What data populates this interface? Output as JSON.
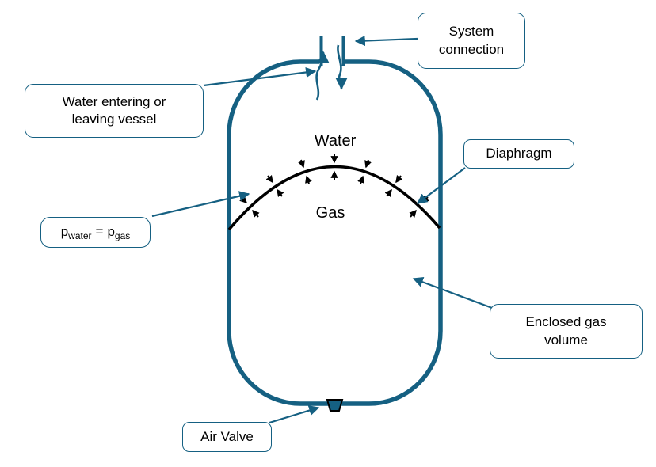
{
  "colors": {
    "accent": "#156082",
    "diaphragm": "#000000",
    "text": "#000000",
    "background": "#ffffff"
  },
  "labels": {
    "system_connection": "System connection",
    "water_entering": "Water entering or leaving vessel",
    "diaphragm": "Diaphragm",
    "enclosed_gas": "Enclosed gas volume",
    "air_valve": "Air Valve",
    "water": "Water",
    "gas": "Gas"
  },
  "pressure_equation": {
    "p1": "p",
    "sub1": "water",
    "equals": "=",
    "p2": "p",
    "sub2": "gas"
  }
}
